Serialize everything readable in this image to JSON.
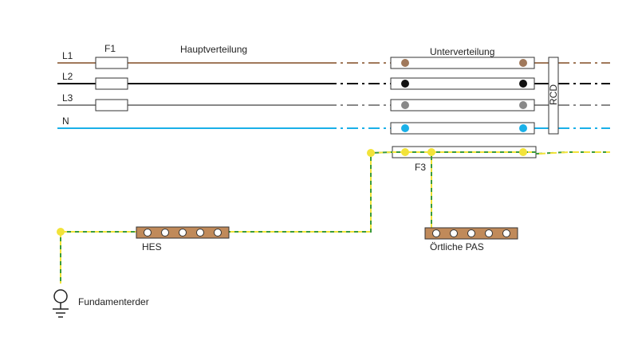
{
  "labels": {
    "l1": "L1",
    "l2": "L2",
    "l3": "L3",
    "n": "N",
    "f1": "F1",
    "hauptverteilung": "Hauptverteilung",
    "unterverteilung": "Unterverteilung",
    "rcd": "RCD",
    "f3": "F3",
    "hes": "HES",
    "oertliche_pas": "Örtliche PAS",
    "fundamenterder": "Fundamenterder"
  },
  "colors": {
    "l1": "#a0785a",
    "l2": "#111111",
    "l3": "#888888",
    "n": "#1ab0e8",
    "pe_green": "#3a9a3a",
    "pe_yellow": "#f2e33a",
    "busbar": "#c08a5a",
    "terminal_outline": "#333333"
  }
}
